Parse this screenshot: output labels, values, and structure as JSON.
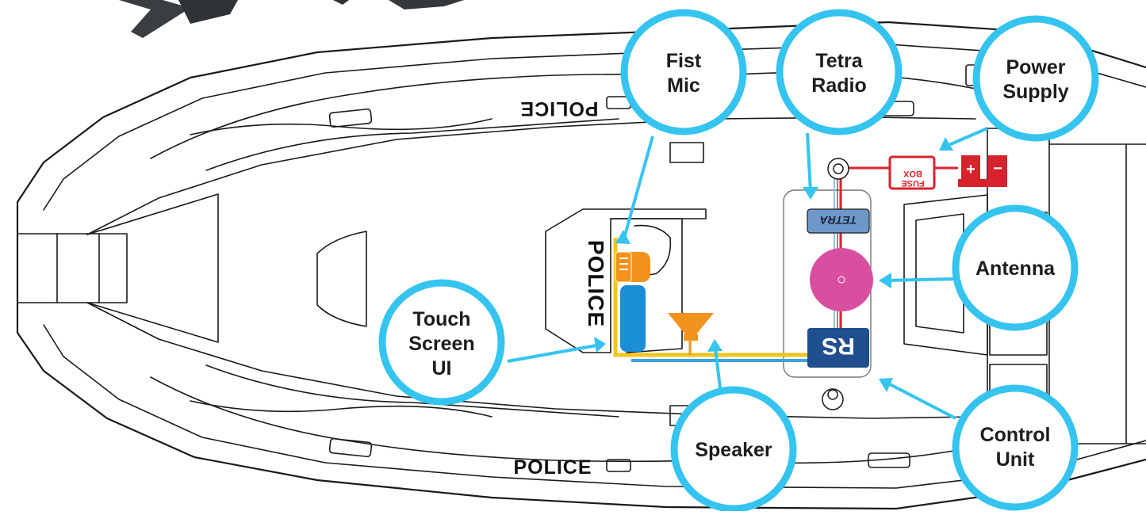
{
  "diagram": {
    "callouts": [
      {
        "id": "fist-mic",
        "lines": [
          "Fist",
          "Mic"
        ]
      },
      {
        "id": "tetra-radio",
        "lines": [
          "Tetra",
          "Radio"
        ]
      },
      {
        "id": "power-supply",
        "lines": [
          "Power",
          "Supply"
        ]
      },
      {
        "id": "antenna",
        "lines": [
          "Antenna"
        ]
      },
      {
        "id": "touch-screen-ui",
        "lines": [
          "Touch",
          "Screen",
          "UI"
        ]
      },
      {
        "id": "speaker",
        "lines": [
          "Speaker"
        ]
      },
      {
        "id": "control-unit",
        "lines": [
          "Control",
          "Unit"
        ]
      }
    ],
    "hull_labels": {
      "top_side": "POLICE",
      "bottom_side": "POLICE",
      "console": "POLICE"
    },
    "fuse_box": {
      "line1": "FUSE",
      "line2": "BOX"
    },
    "battery": {
      "plus": "+",
      "minus": "−"
    },
    "radio_badge": "TETRA",
    "control_unit_logo": "RS",
    "colors": {
      "callout_ring": "#35c4ef",
      "antenna": "#d94f9f",
      "tetra_radio": "#6f98c9",
      "control_unit": "#1f4f8f",
      "fist_mic": "#f2931d",
      "speaker": "#f2931d",
      "touch_screen": "#1a8ed6",
      "cable_yellow": "#f4c41a",
      "cable_blue": "#3aa2dc",
      "power_line": "#d6232c"
    }
  }
}
